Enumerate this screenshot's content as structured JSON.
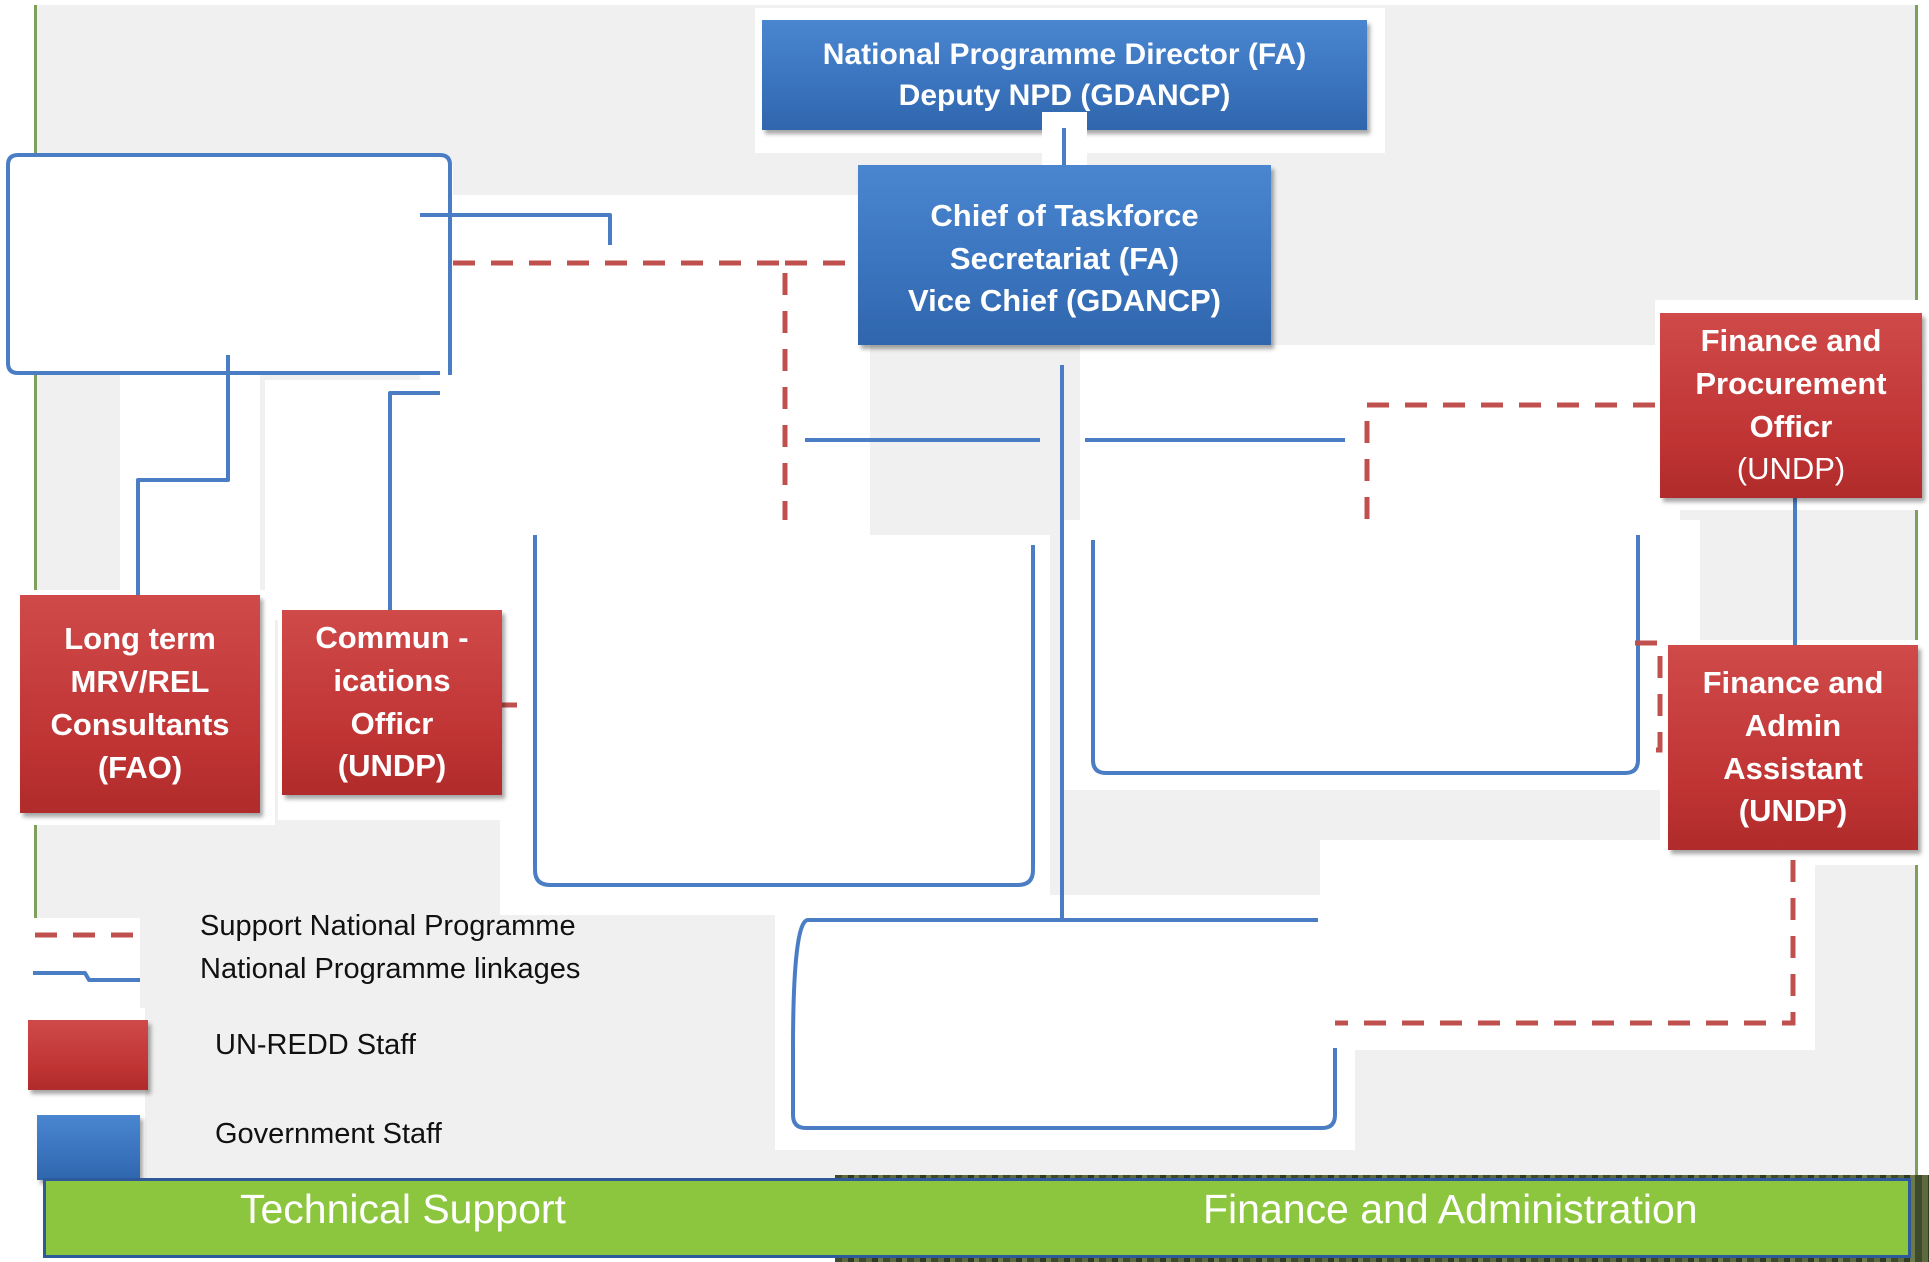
{
  "boxes": {
    "npd": {
      "line1": "National Programme Director (FA)",
      "line2": "Deputy NPD (GDANCP)"
    },
    "chief": {
      "line1": "Chief of Taskforce",
      "line2": "Secretariat (FA)",
      "line3": "Vice Chief (GDANCP)"
    },
    "finance_procurement": {
      "line1": "Finance and",
      "line2": "Procurement",
      "line3": "Officr",
      "line4": "(UNDP)"
    },
    "long_term": {
      "line1": "Long term",
      "line2": "MRV/REL",
      "line3": "Consultants",
      "line4": "(FAO)"
    },
    "communications": {
      "line1": "Commun -",
      "line2": "ications",
      "line3": "Officr",
      "line4": "(UNDP)"
    },
    "finance_admin": {
      "line1": "Finance and",
      "line2": "Admin",
      "line3": "Assistant",
      "line4": "(UNDP)"
    }
  },
  "legend": {
    "dashed_label": "Support National Programme",
    "solid_label": "National Programme linkages",
    "red_label": "UN-REDD Staff",
    "blue_label": "Government Staff"
  },
  "footer": {
    "left": "Technical Support",
    "right": "Finance and Administration"
  },
  "colors": {
    "government_blue": "#3a73bd",
    "unredd_red": "#bf3333",
    "link_line": "#4a7dc4",
    "support_dash": "#c0504d",
    "footer_green": "#8cc63f"
  }
}
